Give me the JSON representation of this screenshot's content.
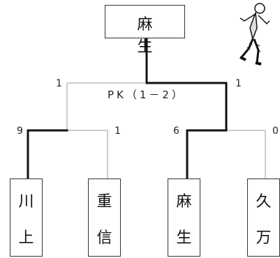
{
  "champion": "麻 生",
  "final": {
    "left_score": "1",
    "right_score": "1",
    "pk_label": "PK（1－2）"
  },
  "semifinal_left": {
    "left_score": "9",
    "right_score": "1"
  },
  "semifinal_right": {
    "left_score": "6",
    "right_score": "0"
  },
  "teams": [
    {
      "line1": "川",
      "line2": "上"
    },
    {
      "line1": "重",
      "line2": "信"
    },
    {
      "line1": "麻",
      "line2": "生"
    },
    {
      "line1": "久",
      "line2": "万"
    }
  ]
}
